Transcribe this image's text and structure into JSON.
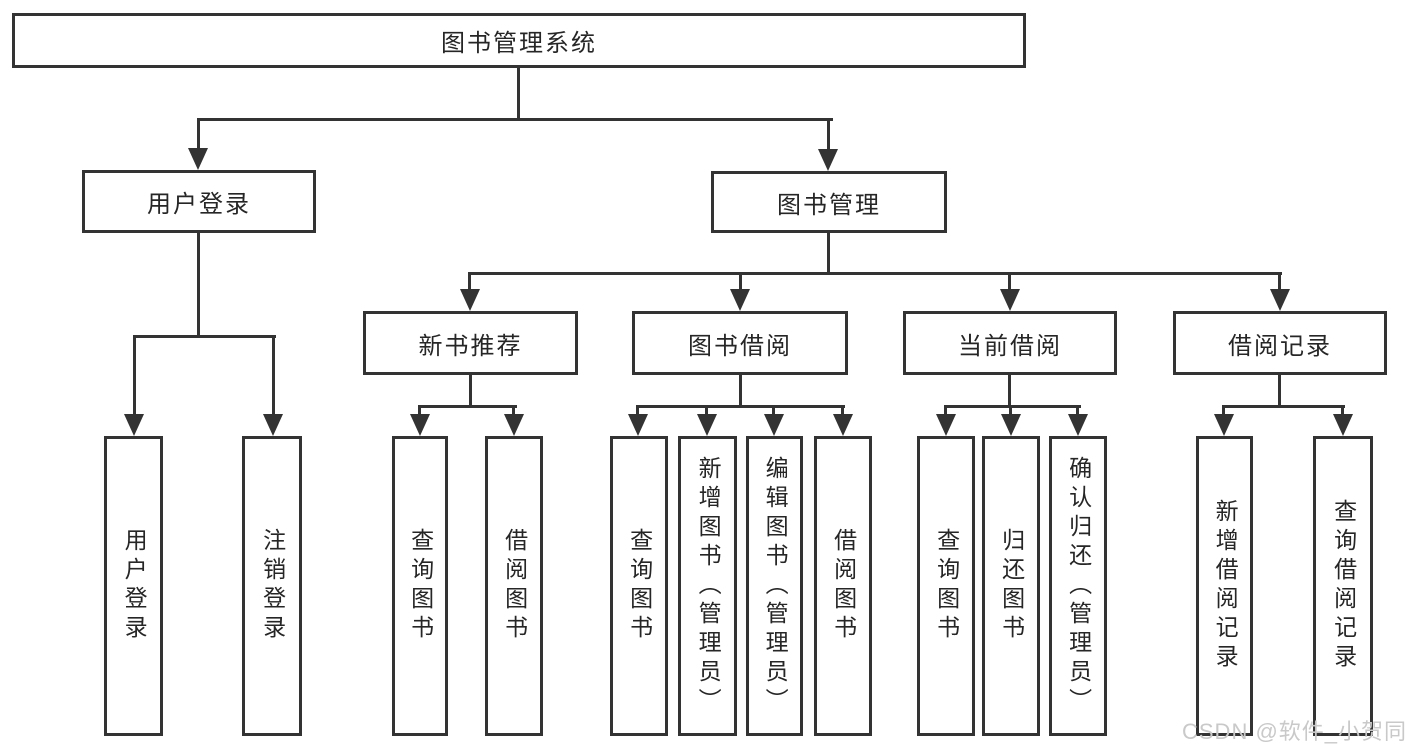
{
  "tree": {
    "root": {
      "label": "图书管理系统"
    },
    "branches": [
      {
        "label": "用户登录",
        "children": [
          {
            "label": "用户登录"
          },
          {
            "label": "注销登录"
          }
        ]
      },
      {
        "label": "图书管理",
        "children": [
          {
            "label": "新书推荐",
            "children": [
              {
                "label": "查询图书"
              },
              {
                "label": "借阅图书"
              }
            ]
          },
          {
            "label": "图书借阅",
            "children": [
              {
                "label": "查询图书"
              },
              {
                "label": "新增图书（管理员）"
              },
              {
                "label": "编辑图书（管理员）"
              },
              {
                "label": "借阅图书"
              }
            ]
          },
          {
            "label": "当前借阅",
            "children": [
              {
                "label": "查询图书"
              },
              {
                "label": "归还图书"
              },
              {
                "label": "确认归还（管理员）"
              }
            ]
          },
          {
            "label": "借阅记录",
            "children": [
              {
                "label": "新增借阅记录"
              },
              {
                "label": "查询借阅记录"
              }
            ]
          }
        ]
      }
    ]
  },
  "watermark": {
    "text": "CSDN @软件_小贺同学"
  },
  "colors": {
    "line": "#333333",
    "text": "#262626",
    "watermark": "#c9c9c9"
  }
}
